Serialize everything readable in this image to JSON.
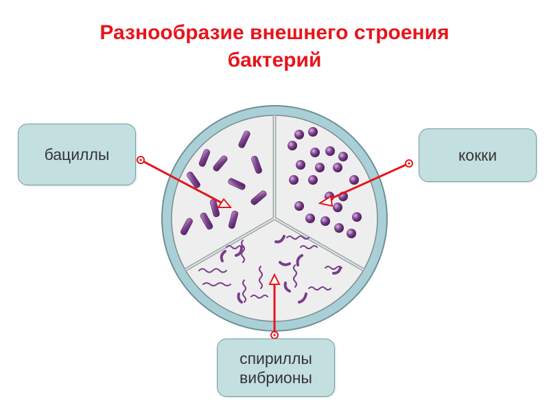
{
  "title_line1": "Разнообразие внешнего строения",
  "title_line2": "бактерий",
  "labels": {
    "bacilli": "бациллы",
    "cocci": "кокки",
    "spirilla": "спириллы",
    "vibrio": "вибрионы"
  },
  "colors": {
    "title": "#e8141b",
    "arrow": "#e8141b",
    "box_fill": "#c4dfe0",
    "dish_rim": "#a9d0d6",
    "dish_inner": "#eeeeee",
    "bacteria": "#7a3e8a"
  }
}
